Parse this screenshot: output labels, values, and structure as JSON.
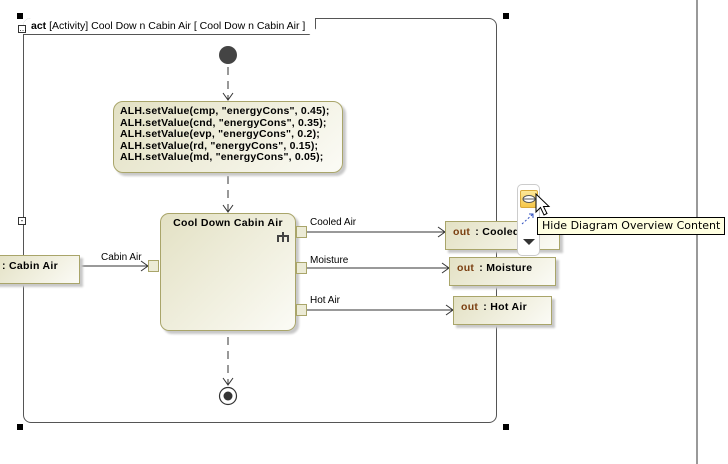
{
  "diagram": {
    "frame_title": {
      "keyword": "act",
      "text": "[Activity] Cool Dow n Cabin Air [ Cool Dow n Cabin Air ]"
    },
    "action_code": [
      "ALH.setValue(cmp, \"energyCons\", 0.45);",
      "ALH.setValue(cnd, \"energyCons\", 0.35);",
      "ALH.setValue(evp, \"energyCons\", 0.2);",
      "ALH.setValue(rd, \"energyCons\", 0.15);",
      "ALH.setValue(md, \"energyCons\", 0.05);"
    ],
    "call_action": "Cool Down Cabin Air",
    "input_object": ": Cabin Air",
    "input_pin_label": "Cabin Air",
    "output_pins": [
      "Cooled Air",
      "Moisture",
      "Hot Air"
    ],
    "output_objects": [
      {
        "keyword": "out",
        "name": ": Cooled"
      },
      {
        "keyword": "out",
        "name": ": Moisture"
      },
      {
        "keyword": "out",
        "name": ": Hot Air"
      }
    ]
  },
  "overview_toolbar": {
    "tooltip": "Hide Diagram Overview Content",
    "icons": [
      "eye-icon",
      "dashed-arrow-icon",
      "dropdown-triangle-icon"
    ]
  },
  "colors": {
    "node_border": "#a9a56a",
    "node_fill": "#e3e1c4",
    "out_keyword": "#7b3f10",
    "tooltip_bg": "#ffffe1"
  }
}
